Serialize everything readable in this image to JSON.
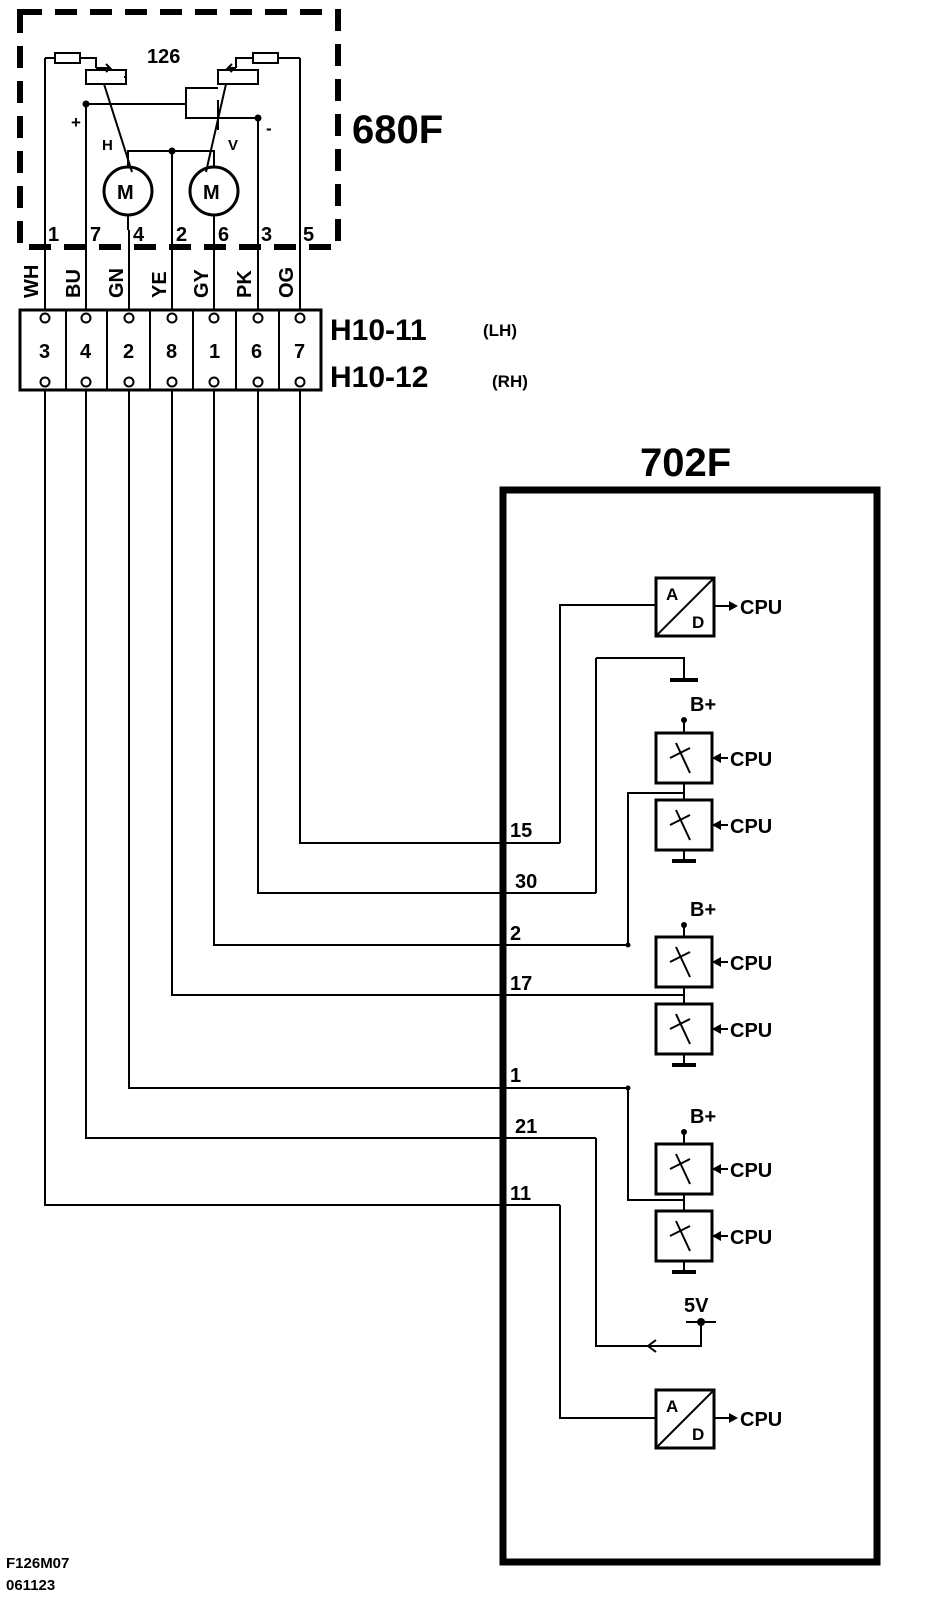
{
  "module_680f": {
    "label": "680F",
    "component": "126",
    "plus": "+",
    "minus": "-",
    "h": "H",
    "v": "V",
    "motor": "M",
    "pins": [
      "1",
      "7",
      "4",
      "2",
      "6",
      "3",
      "5"
    ]
  },
  "wire_colors": [
    "WH",
    "BU",
    "GN",
    "YE",
    "GY",
    "PK",
    "OG"
  ],
  "connector": {
    "lh_label": "H10-11",
    "lh_side": "(LH)",
    "rh_label": "H10-12",
    "rh_side": "(RH)",
    "cavities": [
      "3",
      "4",
      "2",
      "8",
      "1",
      "6",
      "7"
    ]
  },
  "module_702f": {
    "label": "702F",
    "pins": [
      "15",
      "30",
      "2",
      "17",
      "1",
      "21",
      "11"
    ],
    "ad_top": "A",
    "ad_bottom": "D",
    "cpu": "CPU",
    "bplus": "B+",
    "five_v": "5V"
  },
  "footer": {
    "code": "F126M07",
    "date": "061123"
  },
  "colors": {
    "line": "#000000",
    "background": "#ffffff"
  }
}
